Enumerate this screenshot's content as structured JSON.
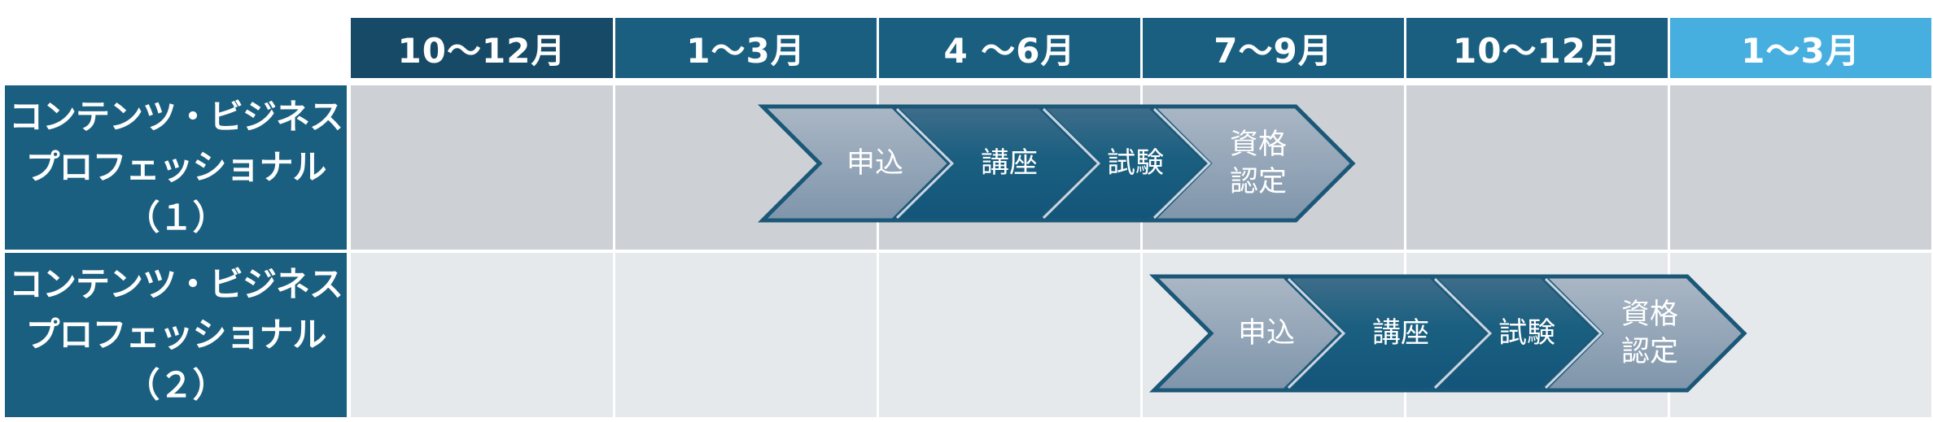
{
  "colors": {
    "header_first": "#174a66",
    "header_mid": "#1a5f80",
    "header_last": "#47aee0",
    "label_bg": "#1a5f80",
    "row1_bg": "#cdd1d5",
    "row2_bg": "#e6e9ec",
    "chevron_light_top": "#aab7c5",
    "chevron_light_bottom": "#7f95ab",
    "chevron_dark_top": "#3f6d8a",
    "chevron_dark_bottom": "#13557a",
    "chevron_border": "#1b5878"
  },
  "header": {
    "columns": [
      {
        "label": "10〜12月"
      },
      {
        "label": "1〜3月"
      },
      {
        "label": "4 〜6月"
      },
      {
        "label": "7〜9月"
      },
      {
        "label": "10〜12月"
      },
      {
        "label": "1〜3月"
      }
    ]
  },
  "rows": [
    {
      "label_lines": [
        "コンテンツ・ビジネス",
        "プロフェッショナル",
        "（１）"
      ],
      "steps": [
        {
          "label": "申込",
          "style": "light"
        },
        {
          "label": "講座",
          "style": "dark"
        },
        {
          "label": "試験",
          "style": "dark"
        },
        {
          "label": "資格\n認定",
          "line1": "資格",
          "line2": "認定",
          "style": "light"
        }
      ]
    },
    {
      "label_lines": [
        "コンテンツ・ビジネス",
        "プロフェッショナル",
        "（２）"
      ],
      "steps": [
        {
          "label": "申込",
          "style": "light"
        },
        {
          "label": "講座",
          "style": "dark"
        },
        {
          "label": "試験",
          "style": "dark"
        },
        {
          "label": "資格\n認定",
          "line1": "資格",
          "line2": "認定",
          "style": "light"
        }
      ]
    }
  ]
}
